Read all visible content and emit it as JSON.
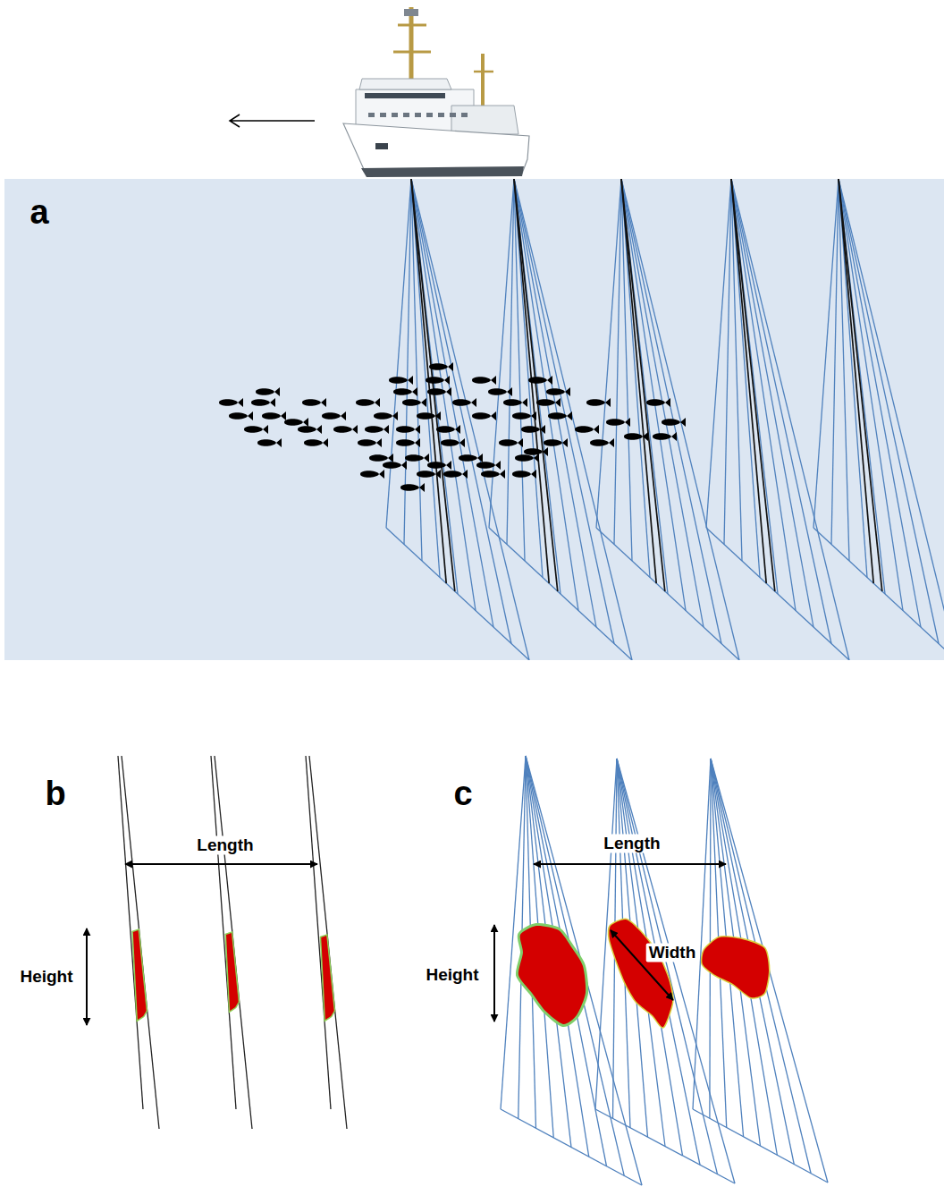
{
  "diagram": {
    "labels": [
      "a",
      "b",
      "Length",
      "Height",
      "c",
      "Length",
      "Height",
      "Width"
    ]
  }
}
